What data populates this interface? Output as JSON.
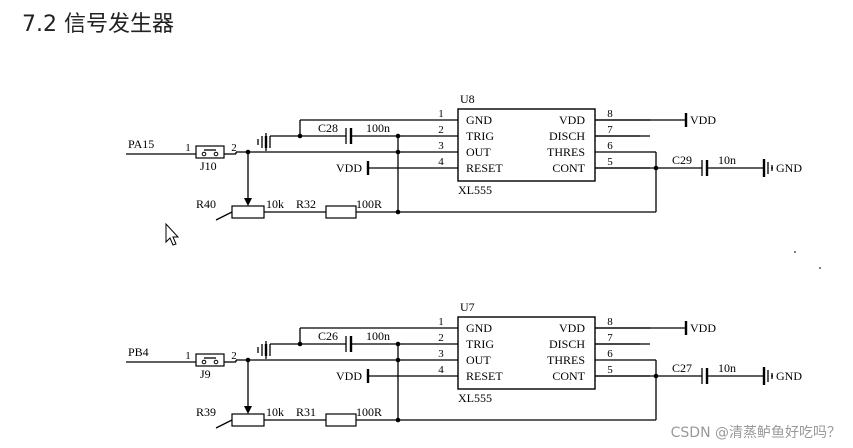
{
  "page": {
    "title": "7.2   信号发生器"
  },
  "watermark": "CSDN @清蒸鲈鱼好吃吗？",
  "circuits": [
    {
      "chip_ref": "U8",
      "chip_part": "XL555",
      "input_net": "PA15",
      "jumper_ref": "J10",
      "jumper_pin1": "1",
      "jumper_pin2": "2",
      "trig_cap_ref": "C28",
      "trig_cap_value": "100n",
      "cont_cap_ref": "C29",
      "cont_cap_value": "10n",
      "pot_ref": "R40",
      "pot_value": "10k",
      "res_ref": "R32",
      "res_value": "100R",
      "vdd_label": "VDD",
      "gnd_label": "GND",
      "left_pins": [
        {
          "num": "1",
          "name": "GND"
        },
        {
          "num": "2",
          "name": "TRIG"
        },
        {
          "num": "3",
          "name": "OUT"
        },
        {
          "num": "4",
          "name": "RESET"
        }
      ],
      "right_pins": [
        {
          "num": "8",
          "name": "VDD"
        },
        {
          "num": "7",
          "name": "DISCH"
        },
        {
          "num": "6",
          "name": "THRES"
        },
        {
          "num": "5",
          "name": "CONT"
        }
      ]
    },
    {
      "chip_ref": "U7",
      "chip_part": "XL555",
      "input_net": "PB4",
      "jumper_ref": "J9",
      "jumper_pin1": "1",
      "jumper_pin2": "2",
      "trig_cap_ref": "C26",
      "trig_cap_value": "100n",
      "cont_cap_ref": "C27",
      "cont_cap_value": "10n",
      "pot_ref": "R39",
      "pot_value": "10k",
      "res_ref": "R31",
      "res_value": "100R",
      "vdd_label": "VDD",
      "gnd_label": "GND",
      "left_pins": [
        {
          "num": "1",
          "name": "GND"
        },
        {
          "num": "2",
          "name": "TRIG"
        },
        {
          "num": "3",
          "name": "OUT"
        },
        {
          "num": "4",
          "name": "RESET"
        }
      ],
      "right_pins": [
        {
          "num": "8",
          "name": "VDD"
        },
        {
          "num": "7",
          "name": "DISCH"
        },
        {
          "num": "6",
          "name": "THRES"
        },
        {
          "num": "5",
          "name": "CONT"
        }
      ]
    }
  ]
}
